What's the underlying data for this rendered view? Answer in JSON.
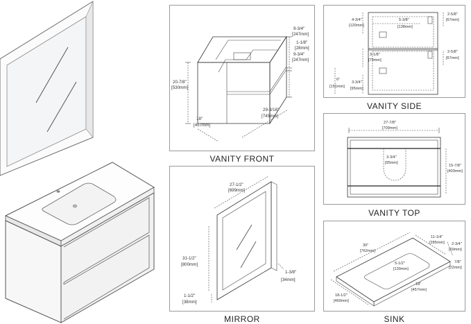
{
  "captions": {
    "vanity_front": "VANITY FRONT",
    "vanity_side": "VANITY SIDE",
    "vanity_top": "VANITY TOP",
    "mirror": "MIRROR",
    "sink": "SINK"
  },
  "vanity_front": {
    "d_top_drawer_in": "9-3/4\"",
    "d_top_drawer_mm": "[247mm]",
    "d_gap_in": "1-1/8\"",
    "d_gap_mm": "[28mm]",
    "d_bottom_drawer_in": "9-3/4\"",
    "d_bottom_drawer_mm": "[247mm]",
    "d_height_in": "20-7/8\"",
    "d_height_mm": "[530mm]",
    "d_depth_in": "18\"",
    "d_depth_mm": "[457mm]",
    "d_width_in": "29-3/16\"",
    "d_width_mm": "[745mm]"
  },
  "vanity_side": {
    "d_a_in": "4-3/4\"",
    "d_a_mm": "[120mm]",
    "d_b_in": "5-3/8\"",
    "d_b_mm": "[138mm]",
    "d_c_in": "2-5/8\"",
    "d_c_mm": "[67mm]",
    "d_d_in": "3-1/8\"",
    "d_d_mm": "[79mm]",
    "d_e_in": "2-5/8\"",
    "d_e_mm": "[67mm]",
    "d_f_in": "6\"",
    "d_f_mm": "[151mm]",
    "d_g_in": "3-3/4\"",
    "d_g_mm": "[95mm]"
  },
  "vanity_top": {
    "d_width_in": "27-7/8\"",
    "d_width_mm": "[709mm]",
    "d_radius_in": "3-3/4\"",
    "d_radius_mm": "[95mm]",
    "d_depth_in": "15-7/8\"",
    "d_depth_mm": "[403mm]"
  },
  "mirror": {
    "d_width_in": "27-1/2\"",
    "d_width_mm": "[699mm]",
    "d_height_in": "31-1/2\"",
    "d_height_mm": "[800mm]",
    "d_thick_in": "1-3/8\"",
    "d_thick_mm": "[34mm]",
    "d_frame_in": "1-1/2\"",
    "d_frame_mm": "[38mm]"
  },
  "sink": {
    "d_width_in": "30\"",
    "d_width_mm": "[762mm]",
    "d_bowl_in": "11-1/4\"",
    "d_bowl_mm": "[285mm]",
    "d_back_in": "2-3/4\"",
    "d_back_mm": "[69mm]",
    "d_drain_in": "5-1/2\"",
    "d_drain_mm": "[139mm]",
    "d_thick_in": "7/8\"",
    "d_thick_mm": "[22mm]",
    "d_inner_in": "18\"",
    "d_inner_mm": "[457mm]",
    "d_depth_in": "18-1/2\"",
    "d_depth_mm": "[469mm]"
  }
}
